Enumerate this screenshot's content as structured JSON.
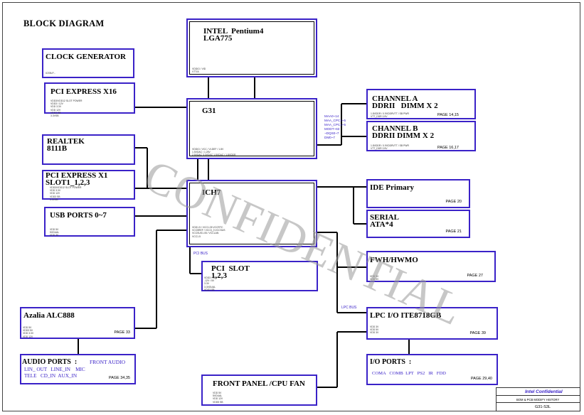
{
  "title": "BLOCK DIAGRAM",
  "watermark": "CONFIDENTIAL",
  "colors": {
    "box_border": "#3a22c8",
    "wire": "#000000",
    "bus_label": "#3a22c8",
    "watermark": "#9a9a9a"
  },
  "blocks": {
    "cpu": {
      "label": "INTEL  Pentium4\nLGA775",
      "tiny": "VDDIO / VID\nVTT/A"
    },
    "clock": {
      "label": "CLOCK GENERATOR",
      "tiny": "ICS9LP..."
    },
    "pcie16": {
      "label": "PCI EXPRESS X16",
      "tiny": "VDD3/VDD12 SLOT POWER\nVDD3 / 12V\nVDD 3.3V\nVDD 12V\nVDD3 SB\n3.3VSB"
    },
    "g31": {
      "label": "G31",
      "tiny": "VDDIO / VCC / VLDEF / 1.8V\n1.5VDAC / 1.25V\n2.5VDAC 3.3VDAC 1.5VDAC / 1.8VDDR"
    },
    "chA": {
      "label": "CHANNEL A\nDDRII   DIMM X 2",
      "tiny": "1.8VDDR / 0.9VDDRVTT / SB PWR\nVTT_DDR 0.9V",
      "page": "PAGE 14,15"
    },
    "chB": {
      "label": "CHANNEL B\nDDRII DIMM X 2",
      "tiny": "1.8VDDR / 0.9VDDRVTT / SB PWR\nVTT_DDR 0.9V",
      "page": "PAGE 16,17"
    },
    "realtek": {
      "label": "REALTEK\n8111B"
    },
    "pcie1": {
      "label": "PCI EXPRESS X1\nSLOT1_1,2,3",
      "tiny": "VDD3/VDD12 SLOT POWER\nVDD 3.3V\nVDD 12V\nVDD3 SB\n3.3VSB"
    },
    "ich7": {
      "label": "ICH7",
      "tiny": "VDD1.5 / VCC1.05 VCCRTC\nVCC5REF / VCC3_3 VCCSUS\nVCCSUS1.05 / VCCLAN\nVCC1.5"
    },
    "usb": {
      "label": "USB PORTS 0~7",
      "tiny": "VDD 5V\n5VDUAL\nVDD 3V"
    },
    "ide": {
      "label": "IDE Primary",
      "page": "PAGE 20"
    },
    "serial": {
      "label": "SERIAL\nATA*4",
      "page": "PAGE 21"
    },
    "pcislot": {
      "label": "PCI  SLOT\n1,2,3",
      "tiny": "VDD3 / 12V\n-12V / 5V\n3.3V\n3.3VDUAL\nVDD3 SB"
    },
    "fwh": {
      "label": "FWH/HWMO",
      "tiny": "VDD 3V\nVDD 5V",
      "page": "PAGE 27"
    },
    "azalia": {
      "label": "Azalia ALC888",
      "tiny": "VDD 5V\nVDD3 5V\nVDD 3.3V\nVDD 12V",
      "page": "PAGE 33"
    },
    "lpc": {
      "label": "LPC I/O ITE8718GB",
      "tiny": "VDD 3V\nVDD 5V\nVDD 3V",
      "page": "PAGE 39"
    },
    "audio": {
      "label": "AUDIO PORTS  :",
      "blue1": "FRONT AUDIO",
      "blue2": "LIN_ OUT   LINE_IN    MIC\nTELE   CD_IN  AUX_IN",
      "page": "PAGE 34,35"
    },
    "io": {
      "label": "I/O PORTS  :",
      "blue": "COMA   COMB  LPT   PS2   IR   FDD",
      "page": "PAGE 29,40"
    },
    "front": {
      "label": "FRONT PANEL /CPU FAN",
      "tiny": "VDD 5V\n5VDUAL\nVDD 12V\nVDD5 SB"
    }
  },
  "bus_labels": {
    "mem": "MAA0~14\nMAA_CPC1~5\nMAA_CPC1~5\nMODT~63\n~DQS0~7\nDM0~7",
    "pci": "PCI BUS",
    "lpc": "LPC BUS"
  },
  "title_block": {
    "company": "Intel Confidential",
    "sheet_title": "BOM & PCB MODIFY HISTORY",
    "model": "G31-S3L"
  }
}
